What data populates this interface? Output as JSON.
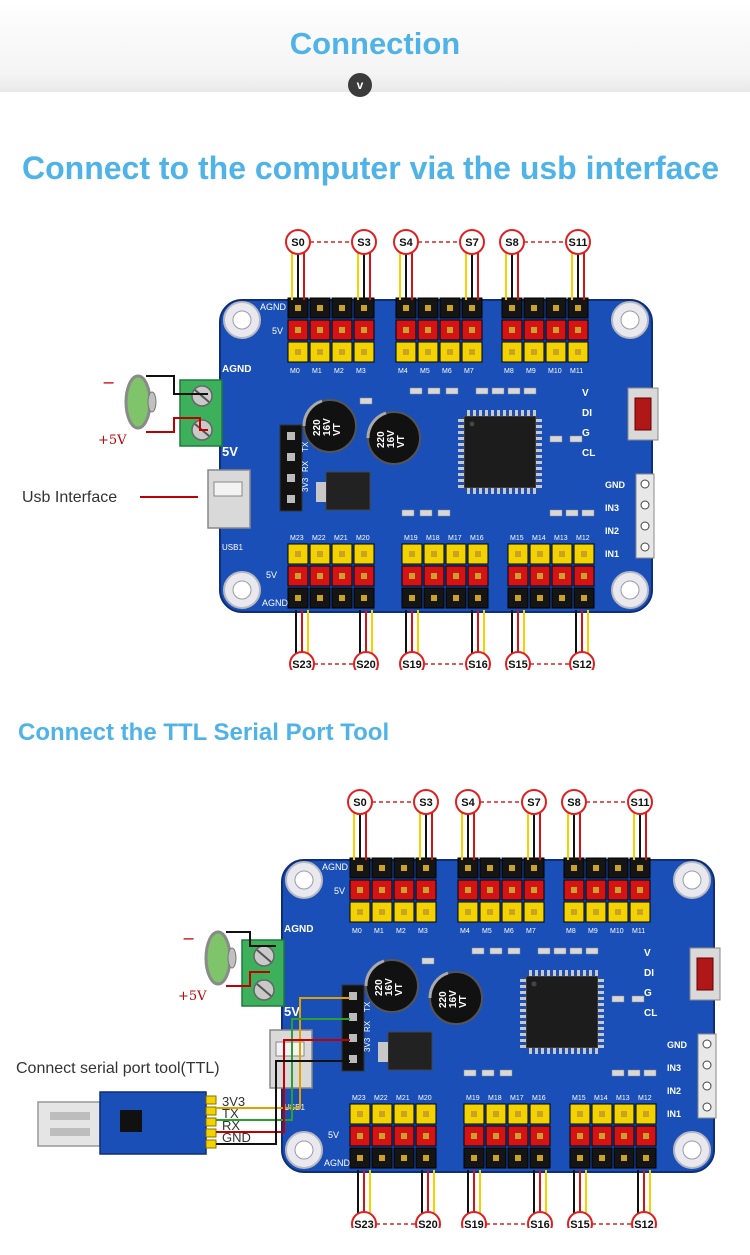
{
  "header": {
    "title": "Connection",
    "chevron": "v"
  },
  "section1": {
    "title": "Connect to the computer via the usb interface",
    "usb_label": "Usb Interface",
    "minus": "−",
    "plus5v": "+5V"
  },
  "section2": {
    "title": "Connect the  TTL Serial Port Tool",
    "tool_label": "Connect serial port tool(TTL)",
    "minus": "−",
    "plus5v": "+5V",
    "wire_3v3": "3V3",
    "wire_tx": "TX",
    "wire_rx": "RX",
    "wire_gnd": "GND"
  },
  "servo_labels": {
    "top": [
      "S0",
      "S3",
      "S4",
      "S7",
      "S8",
      "S11"
    ],
    "bottom": [
      "S23",
      "S20",
      "S19",
      "S16",
      "S15",
      "S12"
    ]
  },
  "board": {
    "power_labels": [
      "AGND",
      "5V",
      "AGND",
      "5V",
      "AGND"
    ],
    "power_in": "5V",
    "header_left": [
      "M0",
      "M1",
      "M2",
      "M3"
    ],
    "header_mid": [
      "M4",
      "M5",
      "M6",
      "M7"
    ],
    "header_right": [
      "M8",
      "M9",
      "M10",
      "M11"
    ],
    "header_bl": [
      "M23",
      "M22",
      "M21",
      "M20"
    ],
    "header_bm": [
      "M19",
      "M18",
      "M17",
      "M16"
    ],
    "header_br": [
      "M15",
      "M14",
      "M13",
      "M12"
    ],
    "right_pins": [
      "GND",
      "IN3",
      "IN2",
      "IN1"
    ],
    "side_letters": [
      "V",
      "DI",
      "G",
      "CL"
    ],
    "cap_value": [
      "220",
      "16V",
      "VT"
    ],
    "uart_labels": [
      "TX",
      "RX",
      "3V3"
    ],
    "usb_ref": "USB1"
  },
  "colors": {
    "accent": "#4fb3e8",
    "pcb": "#1a4fb8",
    "servo_circle": "#e02020",
    "connector_black": "#151515",
    "connector_red": "#d41414",
    "connector_yellow": "#f2d200",
    "terminal_green": "#3cb05a"
  }
}
